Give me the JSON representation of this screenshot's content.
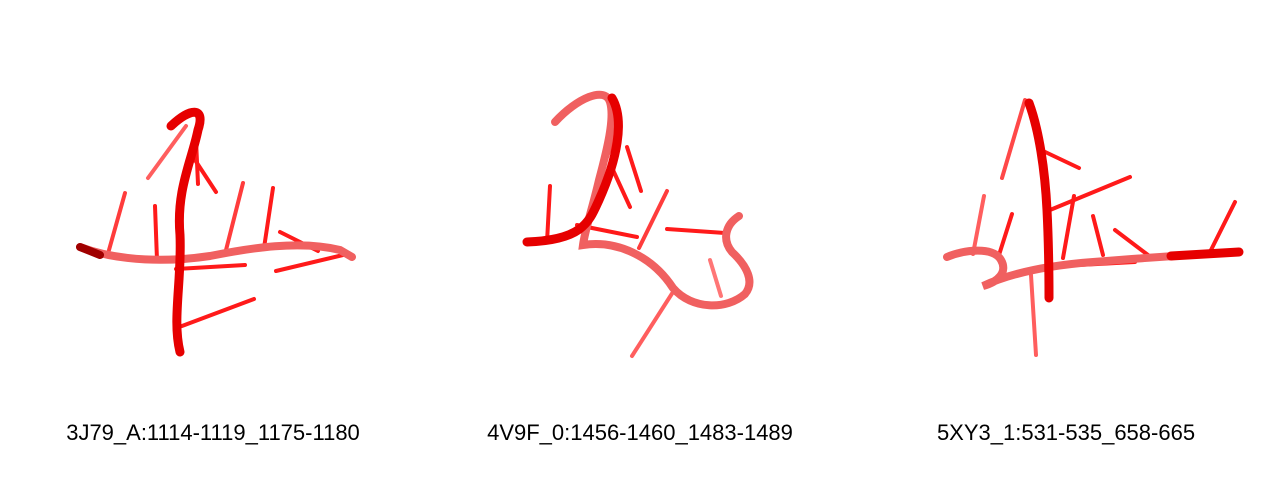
{
  "panels": [
    {
      "id": "panel-1",
      "label": "3J79_A:1114-1119_1175-1180"
    },
    {
      "id": "panel-2",
      "label": "4V9F_0:1456-1460_1483-1489"
    },
    {
      "id": "panel-3",
      "label": "5XY3_1:531-535_658-665"
    }
  ],
  "colors": {
    "backbone": "#e60000",
    "backbone_far": "#f06060",
    "base": "#ff1a1a",
    "background": "#ffffff"
  }
}
